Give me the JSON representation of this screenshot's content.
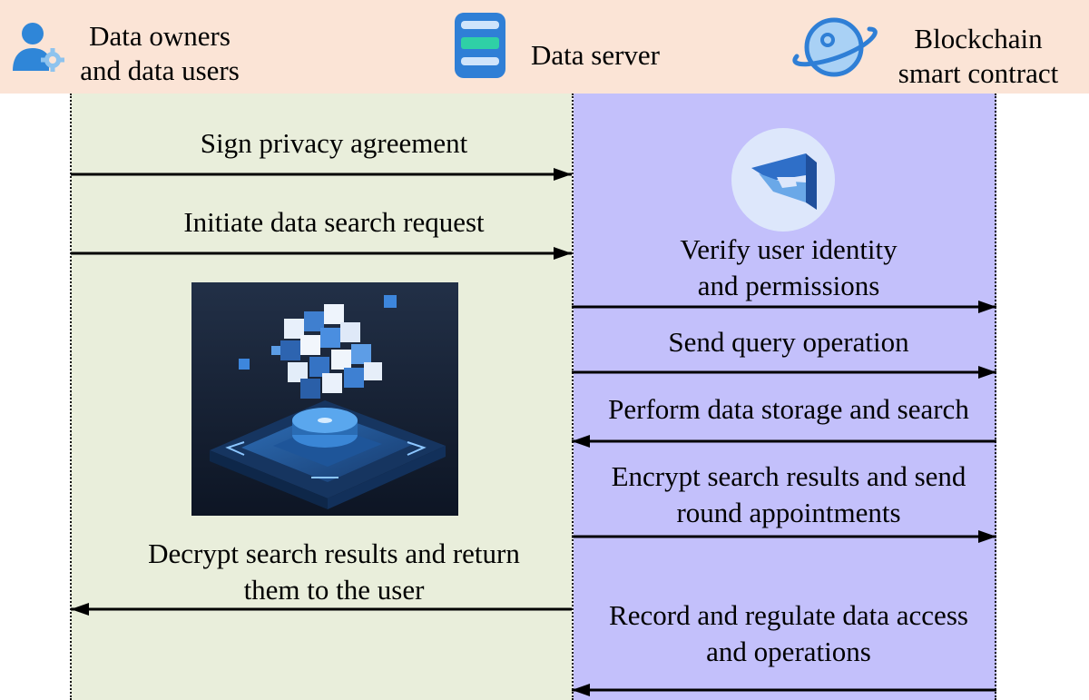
{
  "actors": {
    "left": {
      "line1": "Data owners",
      "line2": "and data users",
      "icon": "user-gear-icon"
    },
    "middle": {
      "label": "Data server",
      "icon": "server-icon"
    },
    "right": {
      "line1": "Blockchain",
      "line2": "smart contract",
      "icon": "planet-icon"
    }
  },
  "messages": {
    "m1": {
      "line1": "Sign privacy agreement",
      "direction": "right"
    },
    "m2": {
      "line1": "Initiate data search request",
      "direction": "right"
    },
    "m3": {
      "line1": "Verify user identity",
      "line2": "and permissions",
      "direction": "right"
    },
    "m4": {
      "line1": "Send query operation",
      "direction": "right"
    },
    "m5": {
      "line1": "Perform data storage and search",
      "direction": "left"
    },
    "m6": {
      "line1": "Encrypt search results and send",
      "line2": "round appointments",
      "direction": "right"
    },
    "m7": {
      "line1": "Decrypt search results and return",
      "line2": "them to the user",
      "direction": "left"
    },
    "m8": {
      "line1": "Record and regulate data access",
      "line2": "and operations",
      "direction": "left"
    }
  },
  "decorations": {
    "logo": "blockchain-logo-icon",
    "illustration": "blockchain-cubes-illustration"
  },
  "colors": {
    "header": "#fbe4d6",
    "left_lane": "#e9eedb",
    "right_lane": "#c3c0fb",
    "accent": "#2f7fd6"
  }
}
